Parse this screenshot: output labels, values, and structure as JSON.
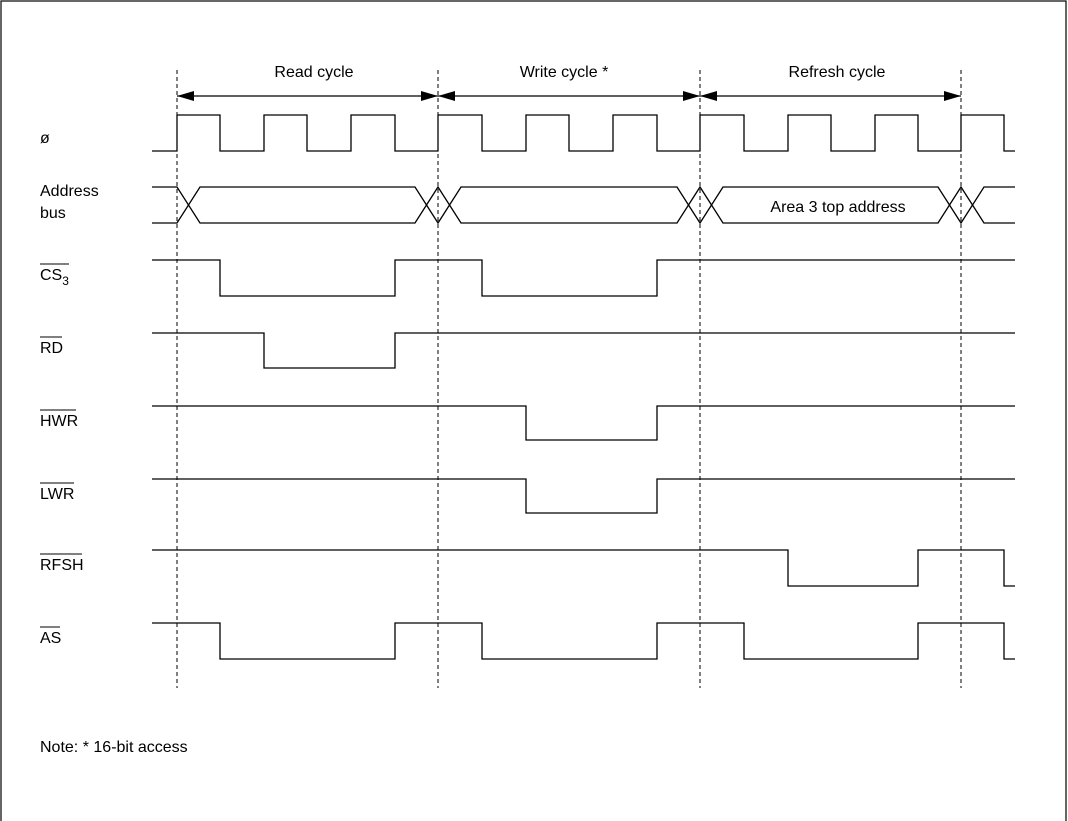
{
  "cycles": [
    {
      "label": "Read cycle"
    },
    {
      "label": "Write cycle",
      "mark": "*"
    },
    {
      "label": "Refresh cycle"
    }
  ],
  "signals": {
    "clock": "ø",
    "address_bus_line1": "Address",
    "address_bus_line2": "bus",
    "address_bus_value": "Area 3 top address",
    "cs3": "CS",
    "cs3_sub": "3",
    "rd": "RD",
    "hwr": "HWR",
    "lwr": "LWR",
    "rfsh": "RFSH",
    "as": "AS"
  },
  "note": {
    "prefix": "Note:",
    "mark": "*",
    "text": "16-bit access"
  }
}
